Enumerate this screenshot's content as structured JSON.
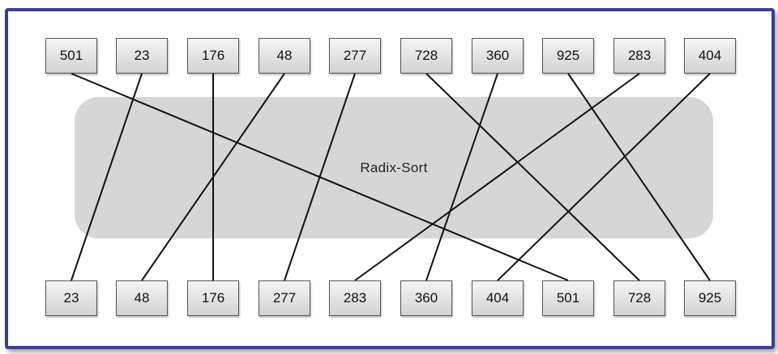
{
  "diagram": {
    "label": "Radix-Sort",
    "input": [
      "501",
      "23",
      "176",
      "48",
      "277",
      "728",
      "360",
      "925",
      "283",
      "404"
    ],
    "output": [
      "23",
      "48",
      "176",
      "277",
      "283",
      "360",
      "404",
      "501",
      "728",
      "925"
    ]
  },
  "colors": {
    "frame_border": "#3b3f8c",
    "band_fill": "#d6d6d6",
    "wire": "#111111"
  }
}
